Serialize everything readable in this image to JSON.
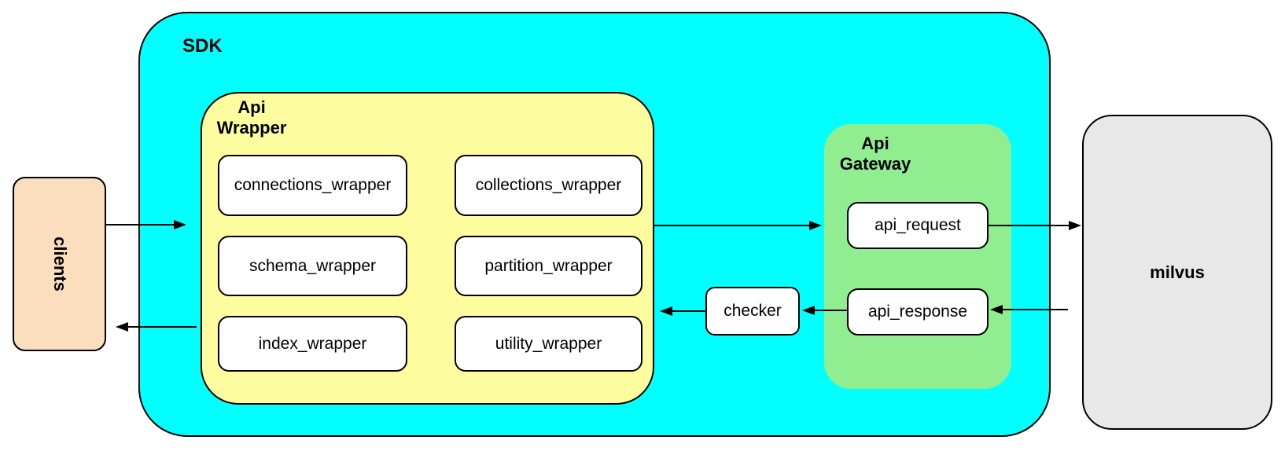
{
  "diagram": {
    "clients": {
      "label": "clients"
    },
    "sdk": {
      "label": "SDK"
    },
    "api_wrapper": {
      "label_line1": "Api",
      "label_line2": "Wrapper",
      "boxes": [
        {
          "label": "connections_wrapper"
        },
        {
          "label": "collections_wrapper"
        },
        {
          "label": "schema_wrapper"
        },
        {
          "label": "partition_wrapper"
        },
        {
          "label": "index_wrapper"
        },
        {
          "label": "utility_wrapper"
        }
      ]
    },
    "checker": {
      "label": "checker"
    },
    "api_gateway": {
      "label_line1": "Api",
      "label_line2": "Gateway",
      "request": {
        "label": "api_request"
      },
      "response": {
        "label": "api_response"
      }
    },
    "milvus": {
      "label": "milvus"
    },
    "edges": [
      {
        "from": "clients",
        "to": "api_wrapper",
        "direction": "right"
      },
      {
        "from": "api_wrapper",
        "to": "api_request",
        "direction": "right"
      },
      {
        "from": "api_request",
        "to": "milvus",
        "direction": "right"
      },
      {
        "from": "milvus",
        "to": "api_response",
        "direction": "left"
      },
      {
        "from": "api_response",
        "to": "checker",
        "direction": "left"
      },
      {
        "from": "checker",
        "to": "api_wrapper",
        "direction": "left"
      },
      {
        "from": "api_wrapper",
        "to": "clients",
        "direction": "left"
      }
    ]
  },
  "colors": {
    "sdk_fill": "#00ffff",
    "api_wrapper_fill": "#fdfda0",
    "api_gateway_fill": "#90ee90",
    "clients_fill": "#fbdebd",
    "milvus_fill": "#e8e8e8",
    "box_fill": "#ffffff",
    "border": "#000000",
    "arrow": "#000000"
  }
}
